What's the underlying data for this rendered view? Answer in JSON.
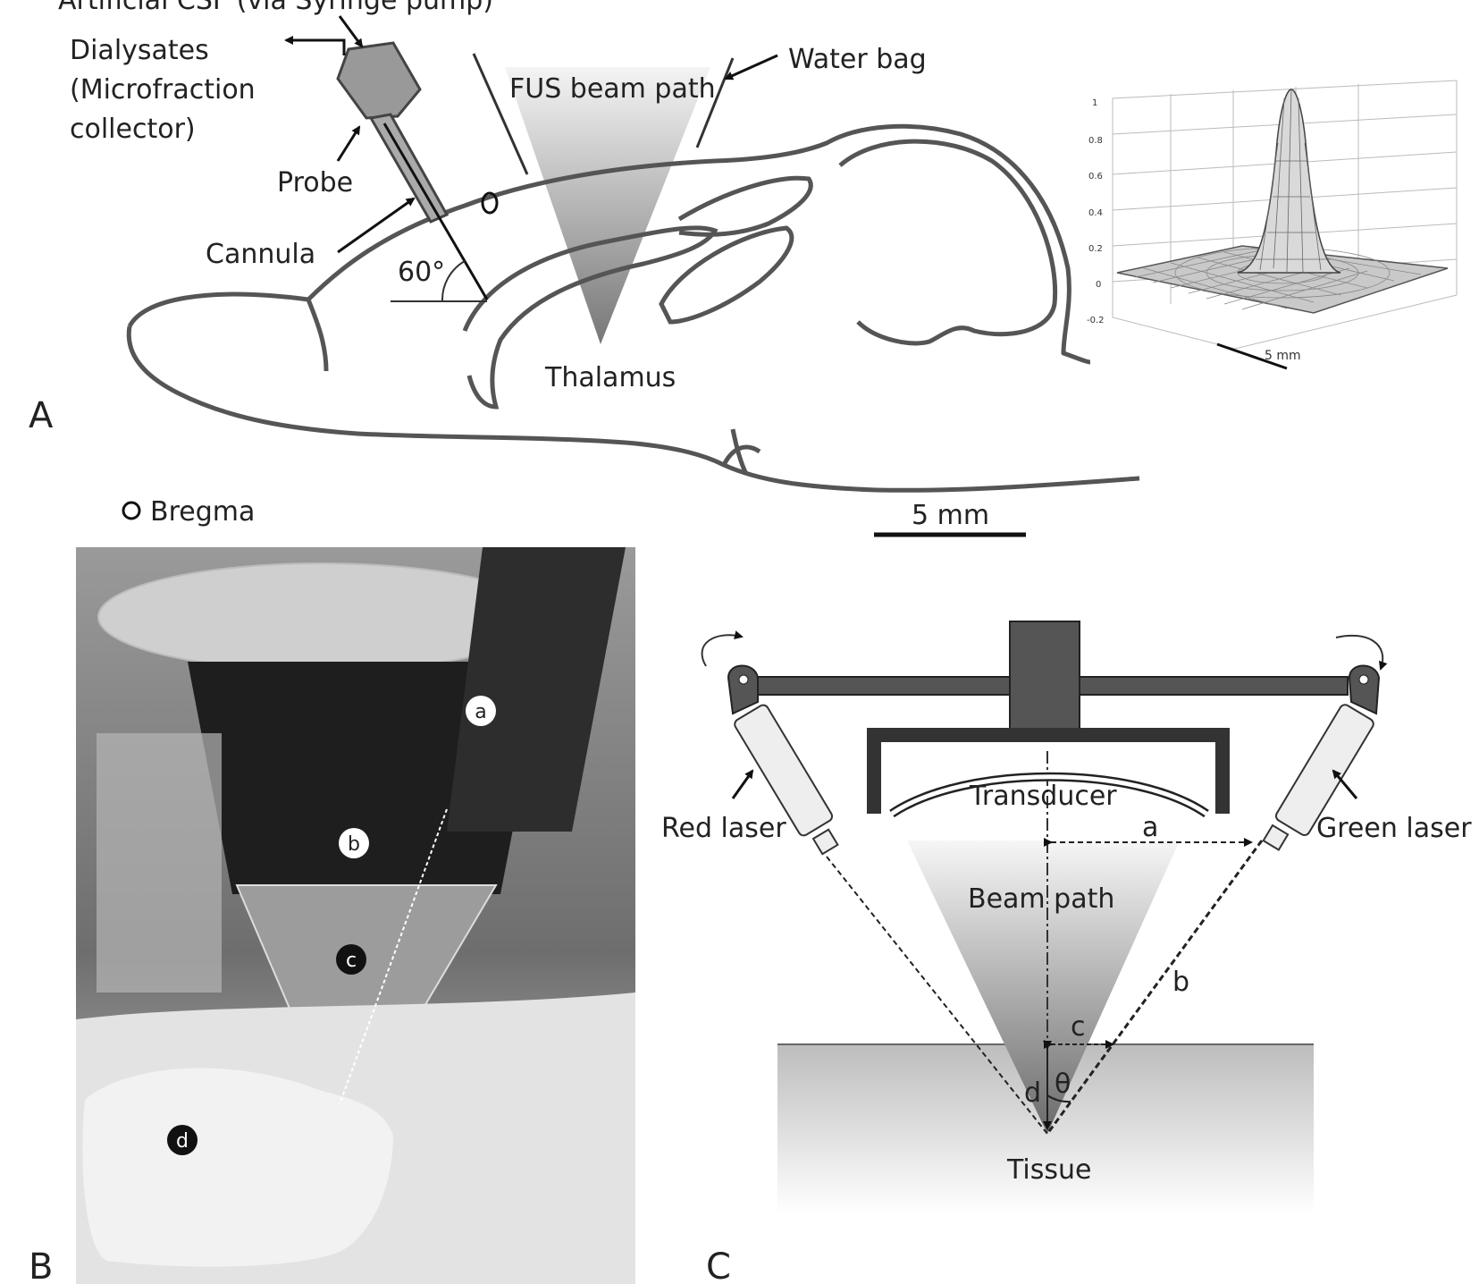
{
  "panel_a": {
    "panel_label": "A",
    "csf_label": "Artificial CSF (via Syringe pump)",
    "dialysates_label": [
      "Dialysates",
      "(Microfraction",
      "collector)"
    ],
    "probe_label": "Probe",
    "cannula_label": "Cannula",
    "angle_label": "60°",
    "fus_label": "FUS beam path",
    "waterbag_label": "Water bag",
    "thalamus_label": "Thalamus",
    "bregma_label": "Bregma",
    "scalebar_label": "5 mm"
  },
  "inset_plot": {
    "z_ticks": [
      "1",
      "0.8",
      "0.6",
      "0.4",
      "0.2",
      "0",
      "-0.2"
    ],
    "scale_label": "5 mm"
  },
  "panel_b": {
    "panel_label": "B",
    "markers": [
      "a",
      "b",
      "c",
      "d"
    ]
  },
  "panel_c": {
    "panel_label": "C",
    "transducer_label": "Transducer",
    "red_laser_label": "Red laser",
    "green_laser_label": "Green laser",
    "beam_path_label": "Beam path",
    "tissue_label": "Tissue",
    "dim_a": "a",
    "dim_b": "b",
    "dim_c": "c",
    "dim_d": "d",
    "theta": "θ"
  },
  "colors": {
    "brain_outline": "#555555",
    "dark_gray": "#555555",
    "photo_bg": "#8a8a8a"
  }
}
